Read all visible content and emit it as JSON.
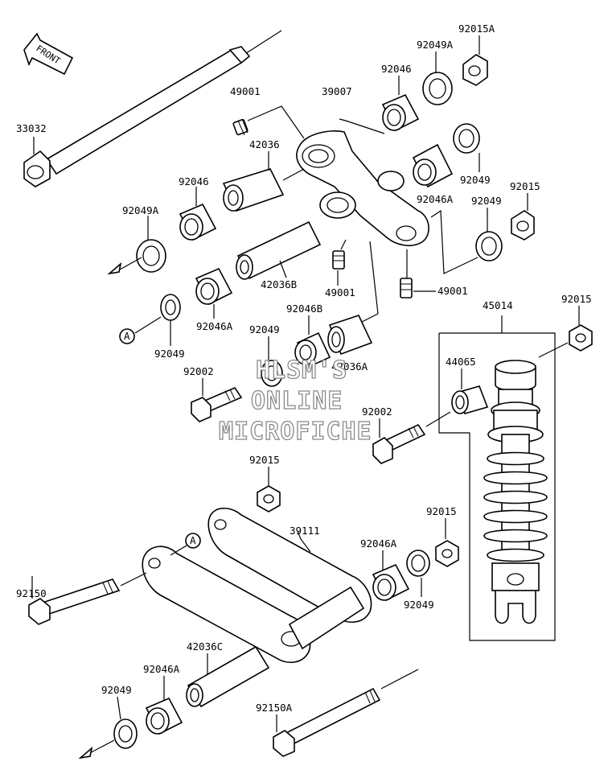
{
  "front_label": "FRONT",
  "ref_mark": "A",
  "watermark": {
    "line1": "HLSM'S",
    "line2": "ONLINE",
    "line3": "MICROFICHE"
  },
  "labels": {
    "p33032": "33032",
    "p49001a": "49001",
    "p39007": "39007",
    "p92046a": "92046",
    "p92049a_top": "92049A",
    "p92015a_top": "92015A",
    "p42036": "42036",
    "p92046b": "92046",
    "p92049a_left": "92049A",
    "p92049_right1": "92049",
    "p92046a_right": "92046A",
    "p92049_right2": "92049",
    "p92015_right": "92015",
    "p42036b": "42036B",
    "p49001b": "49001",
    "p49001c": "49001",
    "p92046a_left": "92046A",
    "p92046b_mid": "92046B",
    "p45014": "45014",
    "p92015_shock": "92015",
    "p92049_left": "92049",
    "p92049_mid": "92049",
    "p42036a": "42036A",
    "p44065": "44065",
    "p92002a": "92002",
    "p92002b": "92002",
    "p92015_rod": "92015",
    "p39111": "39111",
    "p92046a_lower": "92046A",
    "p92015_lower": "92015",
    "p92150": "92150",
    "p92049_lower_right": "92049",
    "p42036c": "42036C",
    "p92046a_bottom": "92046A",
    "p92049_bottom": "92049",
    "p92150a": "92150A"
  }
}
